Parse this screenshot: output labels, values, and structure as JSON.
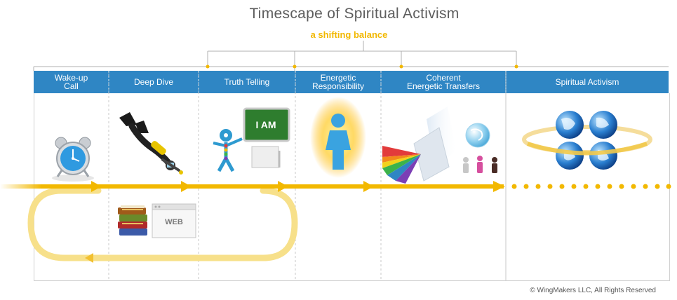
{
  "title": "Timescape of Spiritual Activism",
  "subtitle": "a shifting balance",
  "columns": [
    {
      "line1": "Wake-up",
      "line2": "Call"
    },
    {
      "line1": "Deep Dive",
      "line2": ""
    },
    {
      "line1": "Truth Telling",
      "line2": ""
    },
    {
      "line1": "Energetic",
      "line2": "Responsibility"
    },
    {
      "line1": "Coherent",
      "line2": "Energetic Transfers"
    },
    {
      "line1": "Spiritual Activism",
      "line2": ""
    }
  ],
  "illustrations": {
    "chalkboard_text": "I AM",
    "web_window_text": "WEB"
  },
  "colors": {
    "header_blue": "#2f86c4",
    "timeline_gold": "#f2b800",
    "loop_gold": "#f7e08a",
    "title_gray": "#5d5d5d"
  },
  "icons": [
    "alarm-clock-icon",
    "scuba-diver-icon",
    "books-icon",
    "web-browser-icon",
    "figure-chalkboard-icon",
    "glowing-figure-icon",
    "prism-icon",
    "globe-icon",
    "people-icon",
    "four-globes-icon"
  ],
  "copyright": "© WingMakers LLC, All Rights Reserved"
}
